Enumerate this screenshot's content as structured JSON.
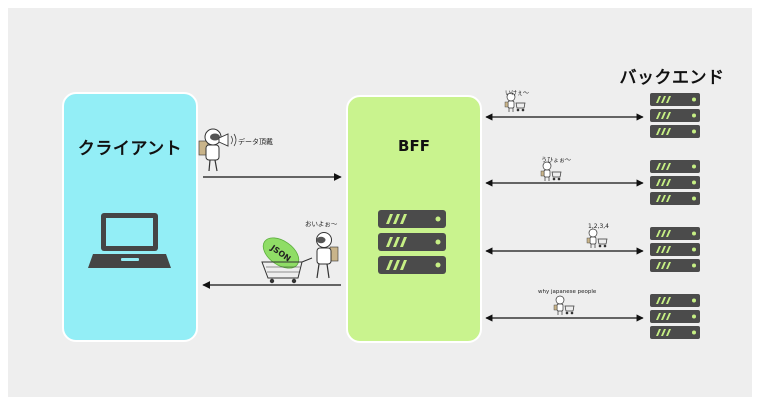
{
  "client": {
    "title": "クライアント"
  },
  "bff": {
    "title": "BFF"
  },
  "backend": {
    "title": "バックエンド"
  },
  "request_label": "データ頂戴",
  "response": {
    "speech": "おいよぉ〜",
    "package": "JSON"
  },
  "backend_calls": [
    {
      "speech": "いけぇ〜"
    },
    {
      "speech": "うひょぉ〜"
    },
    {
      "speech": "1,2,3,4"
    },
    {
      "speech": "why japanese people"
    }
  ],
  "colors": {
    "client": "#93eef6",
    "bff": "#c9f38e",
    "server": "#4b4b4b",
    "stripe": "#c6ef84",
    "json_bubble": "#8fdd66"
  },
  "icons": [
    "laptop-icon",
    "server-icon",
    "megaphone-person-icon",
    "shopping-cart-person-icon"
  ]
}
